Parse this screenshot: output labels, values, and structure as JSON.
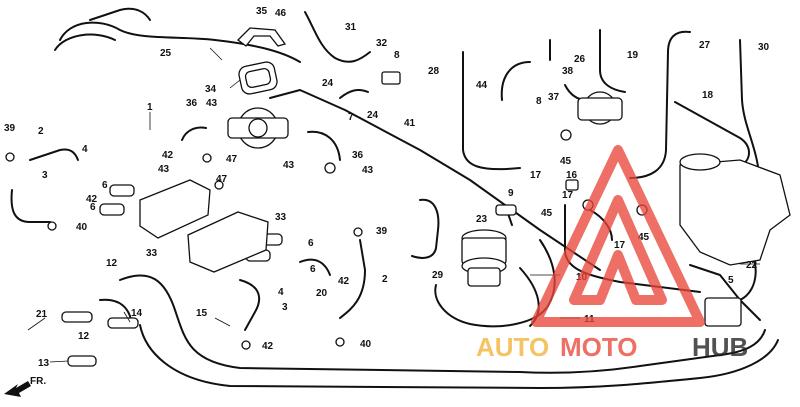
{
  "labels": [
    "1",
    "2",
    "2",
    "3",
    "3",
    "4",
    "4",
    "5",
    "6",
    "6",
    "6",
    "6",
    "7",
    "8",
    "8",
    "9",
    "10",
    "11",
    "12",
    "12",
    "13",
    "14",
    "15",
    "16",
    "17",
    "17",
    "17",
    "18",
    "19",
    "20",
    "21",
    "22",
    "23",
    "24",
    "24",
    "25",
    "26",
    "27",
    "28",
    "29",
    "30",
    "31",
    "32",
    "33",
    "33",
    "34",
    "35",
    "36",
    "36",
    "37",
    "38",
    "39",
    "39",
    "40",
    "40",
    "41",
    "42",
    "42",
    "42",
    "42",
    "43",
    "43",
    "43",
    "43",
    "44",
    "45",
    "45",
    "45",
    "46",
    "47",
    "47"
  ],
  "direction": {
    "text": "FR."
  },
  "watermark": {
    "part1": "AUTO",
    "part2": "MOTO",
    "part3": "HUB",
    "brand_color": "#e8473a"
  }
}
